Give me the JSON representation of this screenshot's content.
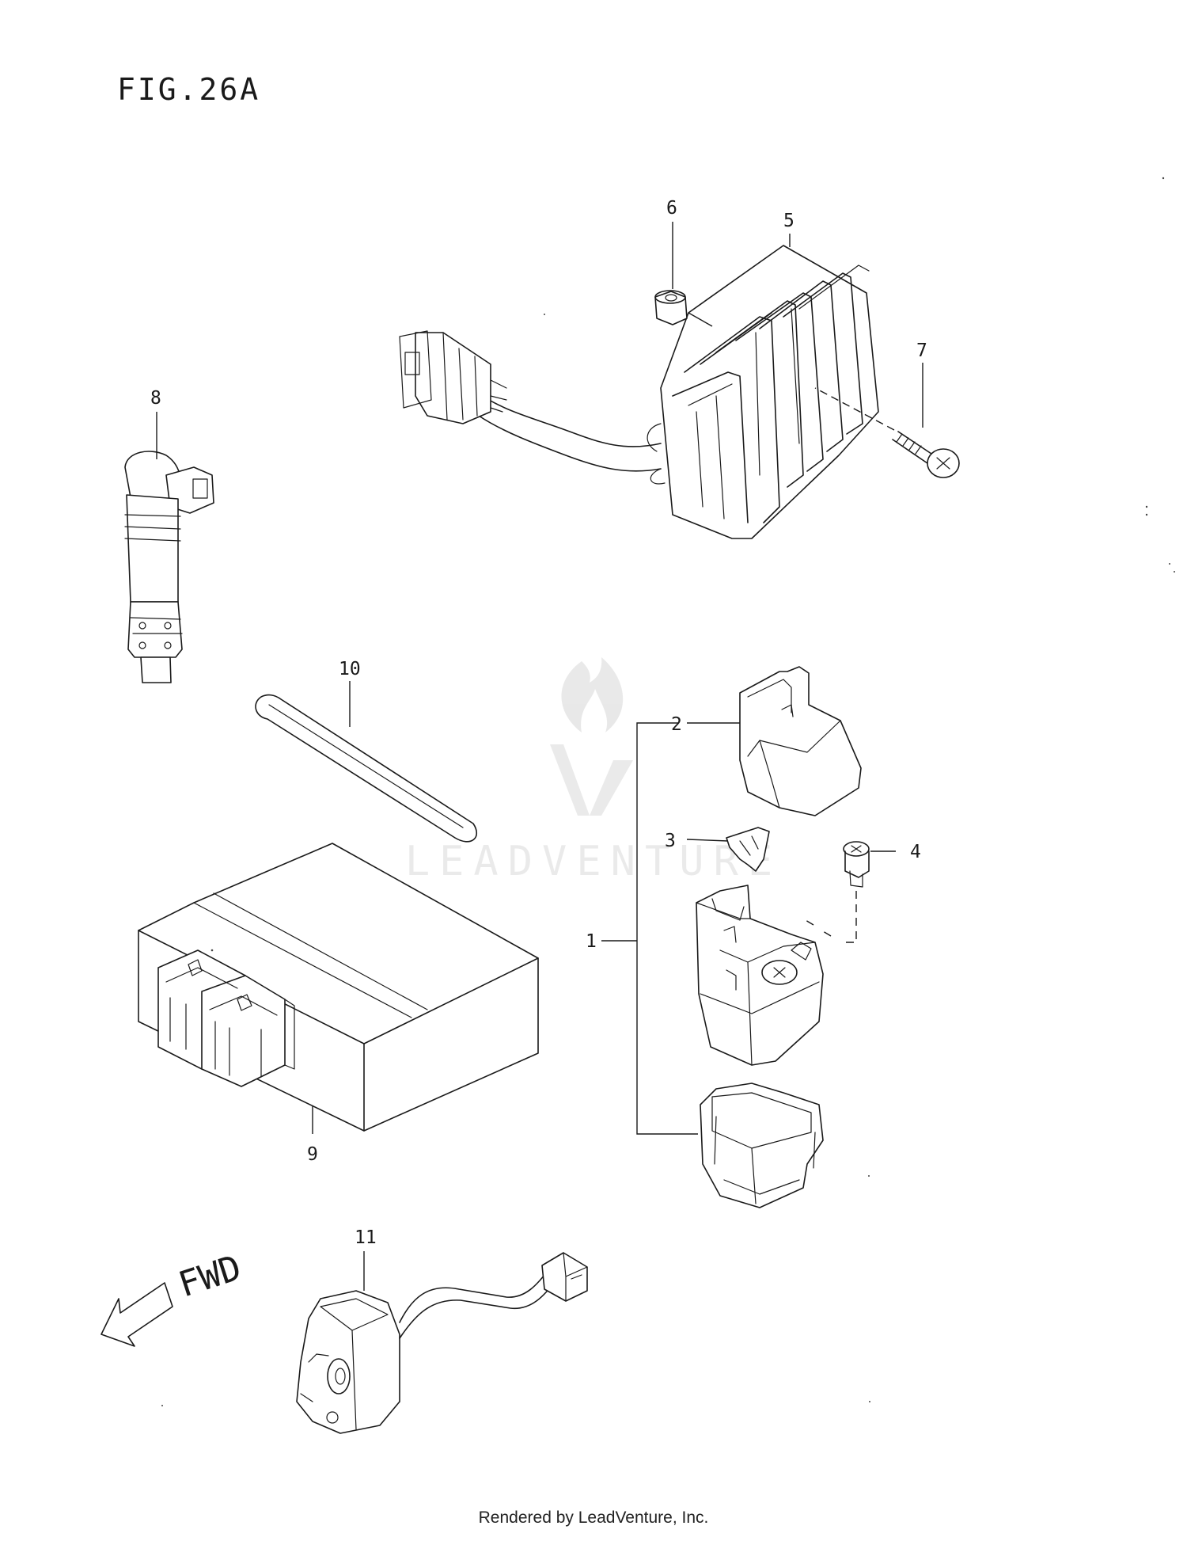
{
  "figure": {
    "title": "FIG.26A"
  },
  "direction_label": "FWD",
  "watermark": {
    "text": "LEADVENTURE"
  },
  "footer": {
    "text": "Rendered by LeadVenture, Inc."
  },
  "callouts": {
    "c1": "1",
    "c2": "2",
    "c3": "3",
    "c4": "4",
    "c5": "5",
    "c6": "6",
    "c7": "7",
    "c8": "8",
    "c9": "9",
    "c10": "10",
    "c11": "11"
  },
  "parts": [
    {
      "ref": "1",
      "depiction": "starter relay assembly (bracket of parts 2, 3 and boot)"
    },
    {
      "ref": "2",
      "depiction": "relay cover cap"
    },
    {
      "ref": "3",
      "depiction": "blade fuse"
    },
    {
      "ref": "4",
      "depiction": "terminal screw"
    },
    {
      "ref": "5",
      "depiction": "finned regulator/rectifier with lead and connector"
    },
    {
      "ref": "6",
      "depiction": "collar spacer"
    },
    {
      "ref": "7",
      "depiction": "mounting bolt"
    },
    {
      "ref": "8",
      "depiction": "stick ignition coil"
    },
    {
      "ref": "9",
      "depiction": "electronic control module"
    },
    {
      "ref": "10",
      "depiction": "loop strap"
    },
    {
      "ref": "11",
      "depiction": "sensor with pigtail connector"
    }
  ]
}
